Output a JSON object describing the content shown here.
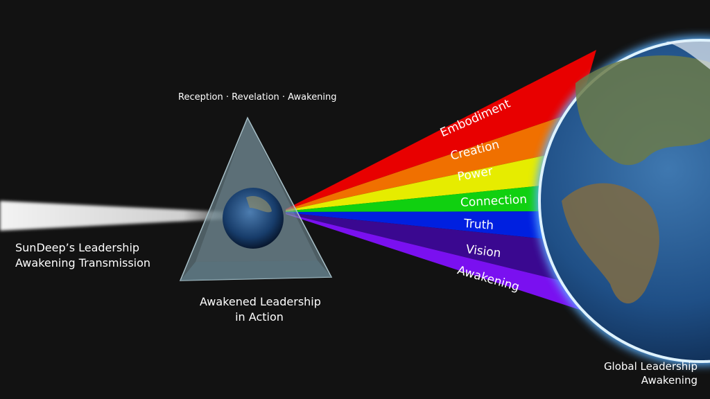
{
  "top_caption": "Reception · Revelation · Awakening",
  "source_label": [
    "SunDeep’s Leadership",
    "Awakening Transmission"
  ],
  "prism_label": [
    "Awakened Leadership",
    "in Action"
  ],
  "destination_label": [
    "Global Leadership",
    "Awakening"
  ],
  "rays": [
    {
      "label": "Embodiment",
      "color": "#e80000"
    },
    {
      "label": "Creation",
      "color": "#f07000"
    },
    {
      "label": "Power",
      "color": "#e6ec00"
    },
    {
      "label": "Connection",
      "color": "#10d010"
    },
    {
      "label": "Truth",
      "color": "#0020e0"
    },
    {
      "label": "Vision",
      "color": "#3a0890"
    },
    {
      "label": "Awakening",
      "color": "#7a10f0"
    }
  ]
}
